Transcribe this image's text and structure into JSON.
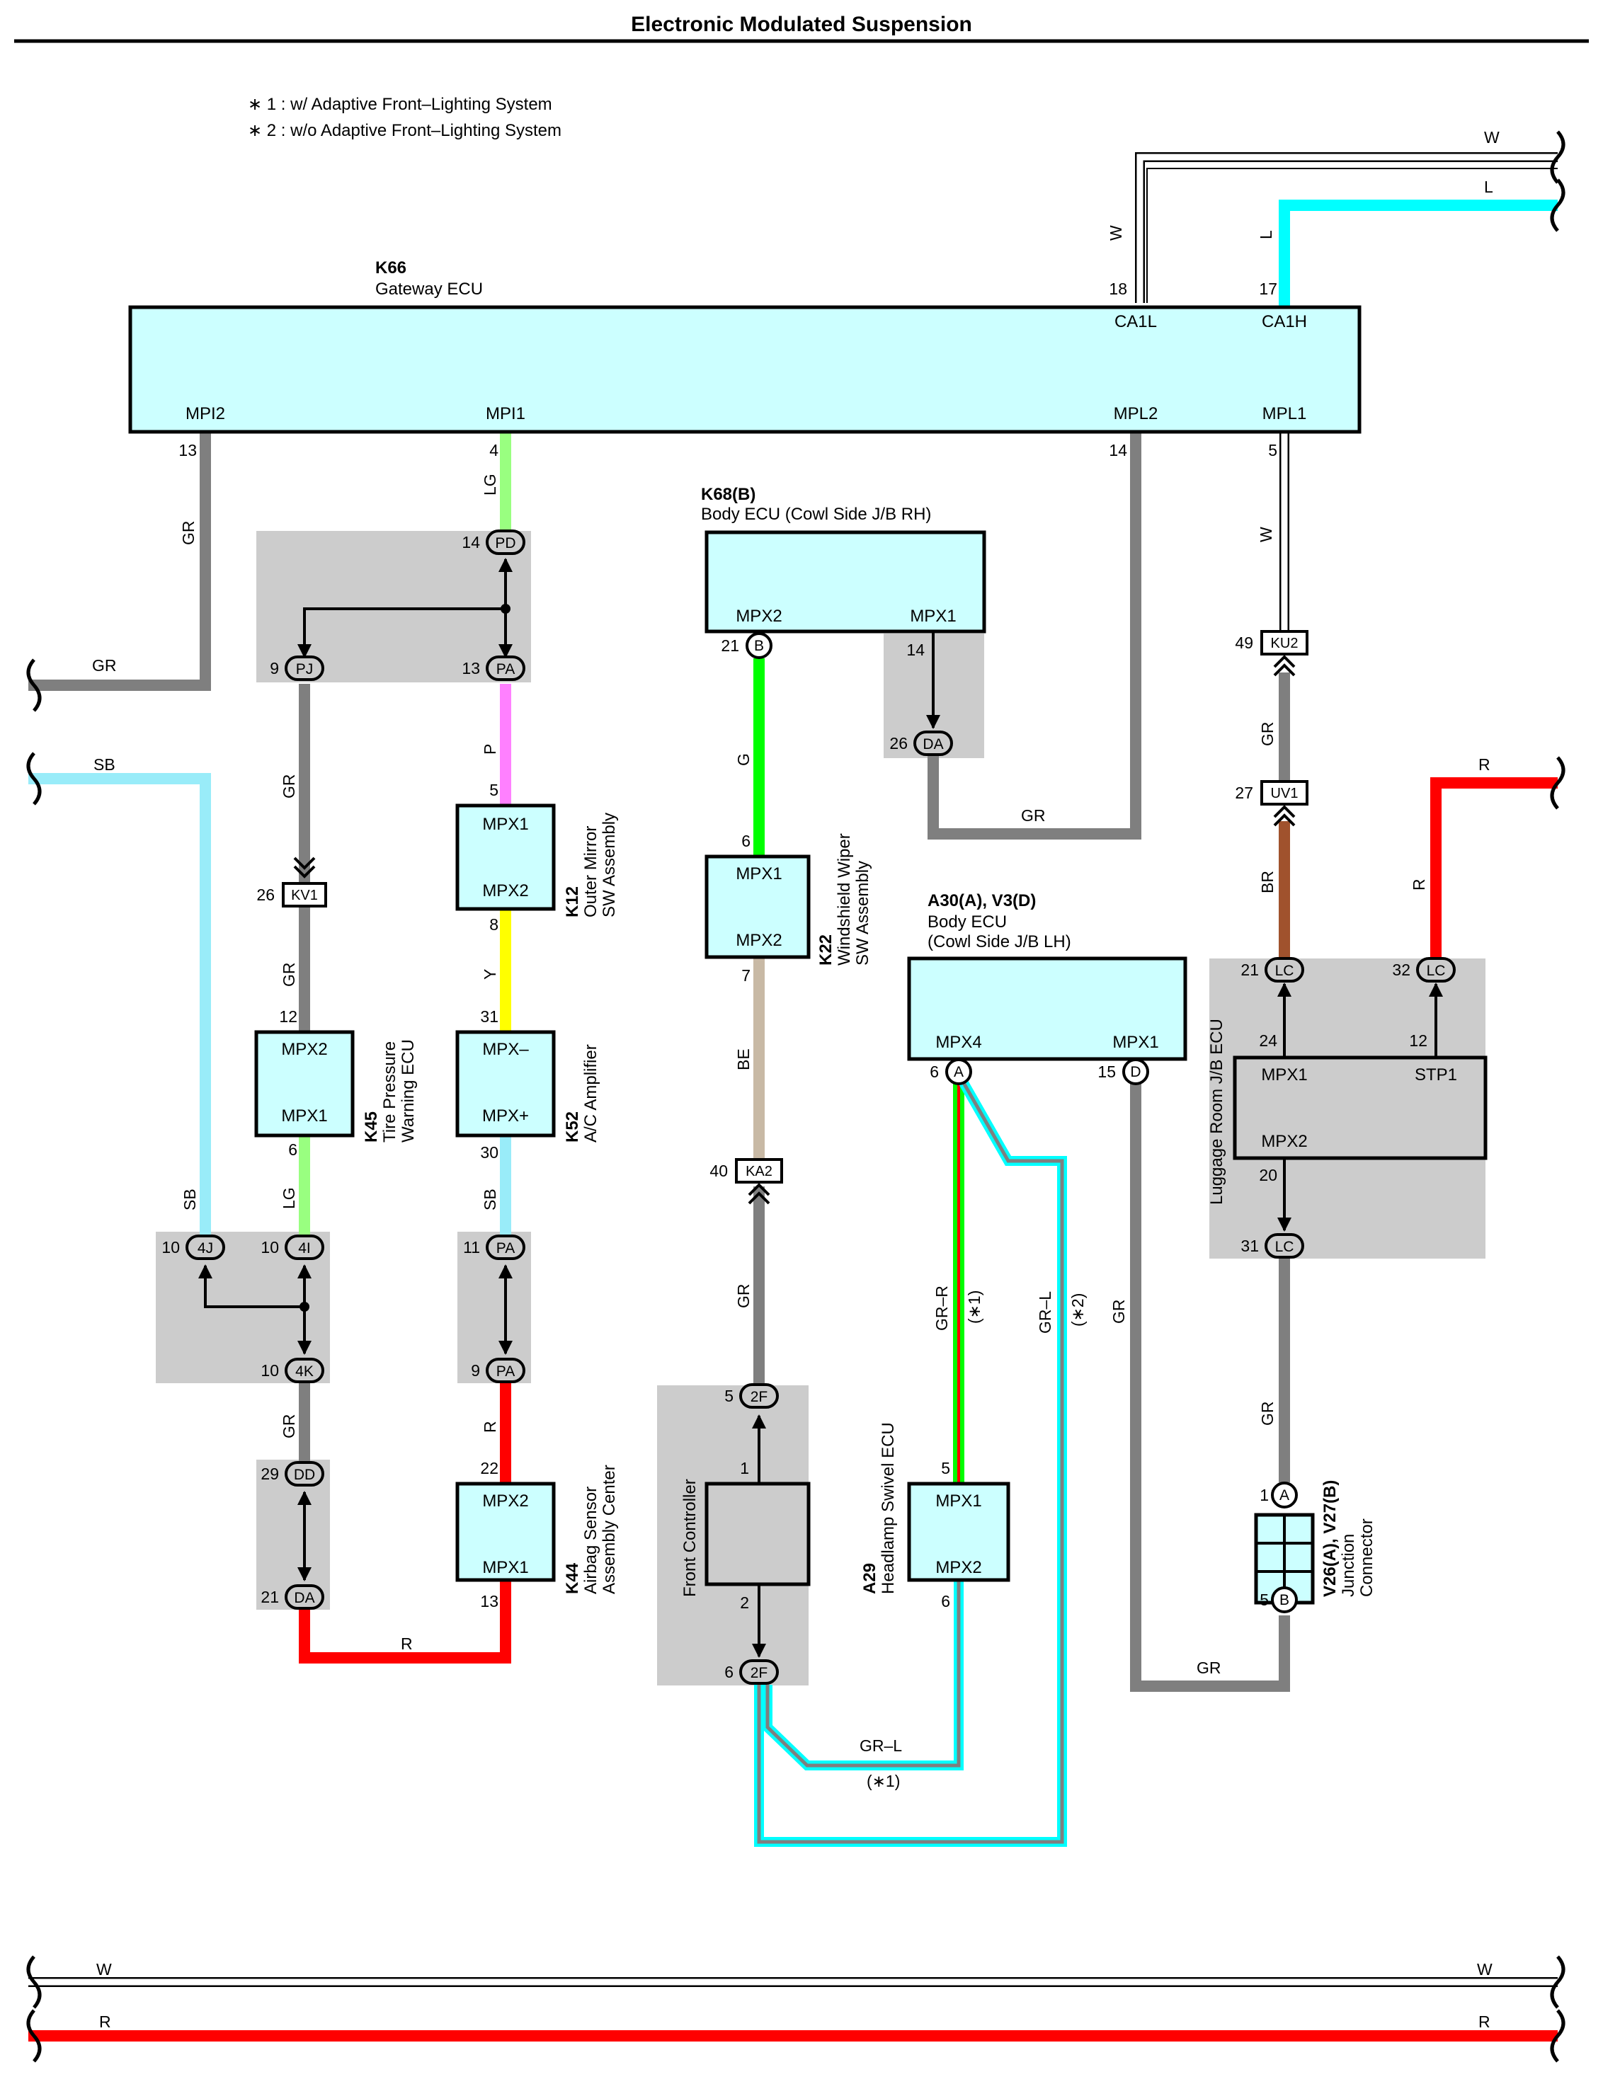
{
  "title": "Electronic Modulated Suspension",
  "notes": [
    "∗ 1 : w/ Adaptive Front–Lighting System",
    "∗ 2 : w/o Adaptive Front–Lighting System"
  ],
  "colors": {
    "GR": "#7f7f7f",
    "SB": "#99ecf9",
    "LG": "#99ff80",
    "P": "#ff80ff",
    "Y": "#ffff00",
    "R": "#ff0000",
    "G": "#00ff00",
    "BE": "#c8b9a5",
    "BR": "#a0522d",
    "L": "#00ffff",
    "ecu_fill": "#ccffff",
    "jb_fill": "#cccccc"
  },
  "components": {
    "k66": {
      "id": "K66",
      "name": "Gateway ECU",
      "ports": [
        "CA1L",
        "CA1H",
        "MPI2",
        "MPI1",
        "MPL2",
        "MPL1"
      ],
      "pins": [
        "18",
        "17",
        "13",
        "4",
        "14",
        "5"
      ]
    },
    "k68": {
      "id": "K68(B)",
      "name": "Body ECU (Cowl Side J/B RH)",
      "ports": [
        "MPX2",
        "MPX1"
      ],
      "pins": [
        "21",
        "14"
      ],
      "badge": "B"
    },
    "k12": {
      "id": "K12",
      "name1": "Outer Mirror",
      "name2": "SW Assembly",
      "ports": [
        "MPX1",
        "MPX2"
      ],
      "pins": [
        "5",
        "8"
      ]
    },
    "k22": {
      "id": "K22",
      "name1": "Windshield Wiper",
      "name2": "SW Assembly",
      "ports": [
        "MPX1",
        "MPX2"
      ],
      "pins": [
        "6",
        "7"
      ]
    },
    "k45": {
      "id": "K45",
      "name1": "Tire Pressure",
      "name2": "Warning ECU",
      "ports": [
        "MPX2",
        "MPX1"
      ],
      "pins": [
        "12",
        "6"
      ]
    },
    "k52": {
      "id": "K52",
      "name1": "A/C Amplifier",
      "ports": [
        "MPX–",
        "MPX+"
      ],
      "pins": [
        "31",
        "30"
      ]
    },
    "k44": {
      "id": "K44",
      "name1": "Airbag Sensor",
      "name2": "Assembly Center",
      "ports": [
        "MPX2",
        "MPX1"
      ],
      "pins": [
        "22",
        "13"
      ]
    },
    "a30": {
      "id": "A30(A), V3(D)",
      "name1": "Body ECU",
      "name2": "(Cowl Side J/B LH)",
      "ports": [
        "MPX4",
        "MPX1"
      ],
      "pins": [
        "6",
        "15"
      ],
      "badges": [
        "A",
        "D"
      ]
    },
    "a29": {
      "id": "A29",
      "name1": "Headlamp Swivel ECU",
      "ports": [
        "MPX1",
        "MPX2"
      ],
      "pins": [
        "5",
        "6"
      ]
    },
    "front": {
      "name": "Front Controller",
      "pins": [
        "1",
        "2"
      ]
    },
    "luggage": {
      "name": "Luggage Room J/B ECU",
      "ports": [
        "MPX1",
        "STP1",
        "MPX2"
      ],
      "pins": [
        "24",
        "12",
        "20"
      ]
    },
    "v26": {
      "id": "V26(A), V27(B)",
      "name1": "Junction",
      "name2": "Connector",
      "pins": [
        "1",
        "5"
      ],
      "badges": [
        "A",
        "B"
      ]
    }
  },
  "connectors": {
    "pd": {
      "pin": "14",
      "label": "PD"
    },
    "pa_top": {
      "pin": "13",
      "label": "PA"
    },
    "pj": {
      "pin": "9",
      "label": "PJ"
    },
    "kv1": {
      "pin": "26",
      "label": "KV1"
    },
    "da_top": {
      "pin": "26",
      "label": "DA"
    },
    "ku2": {
      "pin": "49",
      "label": "KU2"
    },
    "uv1": {
      "pin": "27",
      "label": "UV1"
    },
    "lc21": {
      "pin": "21",
      "label": "LC"
    },
    "lc32": {
      "pin": "32",
      "label": "LC"
    },
    "lc31": {
      "pin": "31",
      "label": "LC"
    },
    "ka2": {
      "pin": "40",
      "label": "KA2"
    },
    "4j": {
      "pin": "10",
      "label": "4J"
    },
    "4i": {
      "pin": "10",
      "label": "4I"
    },
    "4k": {
      "pin": "10",
      "label": "4K"
    },
    "pa11": {
      "pin": "11",
      "label": "PA"
    },
    "pa9": {
      "pin": "9",
      "label": "PA"
    },
    "dd": {
      "pin": "29",
      "label": "DD"
    },
    "da21": {
      "pin": "21",
      "label": "DA"
    },
    "2f5": {
      "pin": "5",
      "label": "2F"
    },
    "2f6": {
      "pin": "6",
      "label": "2F"
    }
  },
  "wires": {
    "w_top": "W",
    "l_top": "L",
    "w_k66": "W",
    "l_k66": "L",
    "gr_mpi2": "GR",
    "gr_left": "GR",
    "lg_mpi1": "LG",
    "sb_left": "SB",
    "gr_pj": "GR",
    "gr_kv1": "GR",
    "p_wire": "P",
    "y_wire": "Y",
    "sb_k52": "SB",
    "lg_k45": "LG",
    "sb_4j": "SB",
    "gr_4k": "GR",
    "r_k44": "R",
    "r_bottom": "R",
    "g_wire": "G",
    "be_wire": "BE",
    "gr_ka2": "GR",
    "gr_da": "GR",
    "w_mpl1": "W",
    "gr_ku2": "GR",
    "br_wire": "BR",
    "r_right": "R",
    "r_lc": "R",
    "gr_d": "GR",
    "gr_lc": "GR",
    "gr_v26": "GR",
    "gr_r": "GR–R",
    "gr_l": "GR–L",
    "gr_l_bottom": "GR–L",
    "ast1_a": "(∗1)",
    "ast2": "(∗2)",
    "ast1_b": "(∗1)",
    "w_bot_l": "W",
    "w_bot_r": "W",
    "r_bot_l": "R",
    "r_bot_r": "R"
  }
}
